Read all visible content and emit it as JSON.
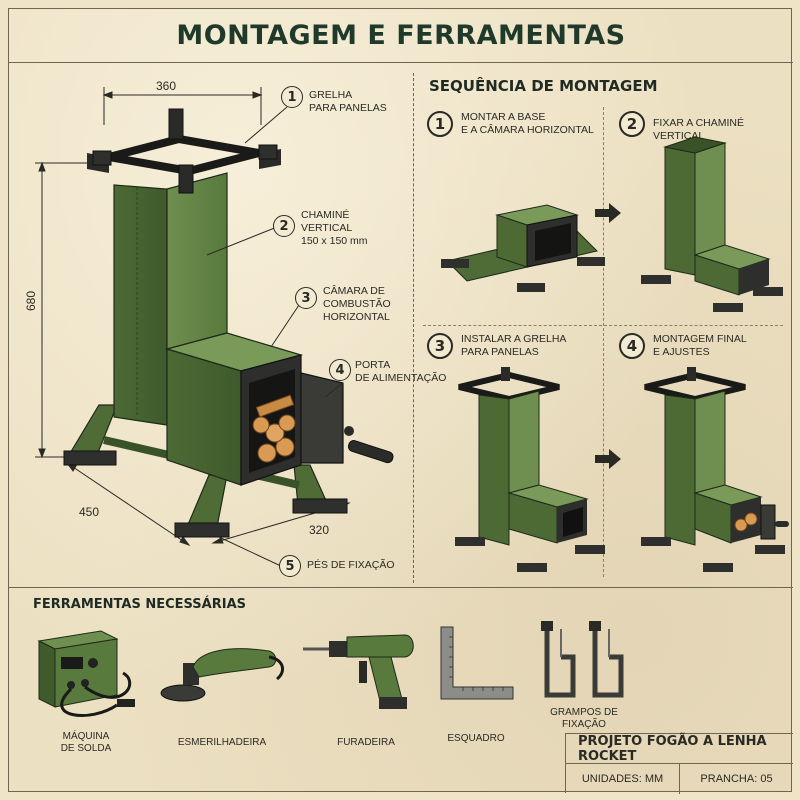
{
  "title": "MONTAGEM E FERRAMENTAS",
  "main_view": {
    "dimensions": {
      "top_width": "360",
      "height": "680",
      "base_depth": "450",
      "base_width": "320"
    },
    "callouts": [
      {
        "number": "1",
        "text": "GRELHA\nPARA PANELAS"
      },
      {
        "number": "2",
        "text": "CHAMINÉ\nVERTICAL"
      },
      {
        "number": "3",
        "text": "CÂMARA DE\nCOMBUSTÃO\nHORIZONTAL"
      },
      {
        "number": "4",
        "text": "PORTA\nDE ALIMENTAÇÃO"
      },
      {
        "number": "5",
        "text": "PÉS DE FIXAÇÃO"
      }
    ],
    "chimney_size": "150 x 150 mm"
  },
  "sequence": {
    "title": "SEQUÊNCIA DE MONTAGEM",
    "steps": [
      {
        "number": "1",
        "text": "MONTAR A BASE\nE A CÂMARA HORIZONTAL"
      },
      {
        "number": "2",
        "text": "FIXAR A CHAMINÉ VERTICAL"
      },
      {
        "number": "3",
        "text": "INSTALAR A GRELHA\nPARA PANELAS"
      },
      {
        "number": "4",
        "text": "MONTAGEM FINAL\nE AJUSTES"
      }
    ]
  },
  "tools": {
    "title": "FERRAMENTAS NECESSÁRIAS",
    "items": [
      {
        "label": "MÁQUINA\nDE SOLDA",
        "icon": "welding-machine-icon"
      },
      {
        "label": "ESMERILHADEIRA",
        "icon": "angle-grinder-icon"
      },
      {
        "label": "FURADEIRA",
        "icon": "drill-icon"
      },
      {
        "label": "ESQUADRO",
        "icon": "square-ruler-icon"
      },
      {
        "label": "GRAMPOS DE FIXAÇÃO",
        "icon": "clamps-icon"
      }
    ]
  },
  "title_block": {
    "project": "PROJETO FOGÃO A LENHA ROCKET",
    "units": "UNIDADES: mm",
    "sheet": "PRANCHA: 05"
  },
  "colors": {
    "paper": "#ece0c2",
    "steel_green": "#5e7d44",
    "dark_metal": "#2e2e2c",
    "wood": "#d99a52"
  }
}
